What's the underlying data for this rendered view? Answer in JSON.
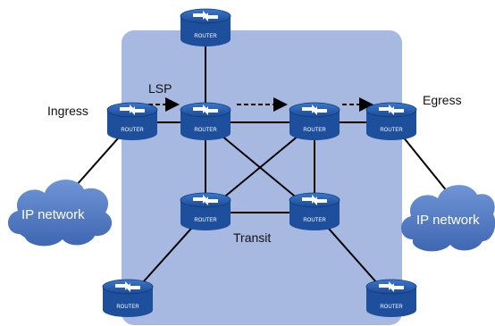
{
  "labels": {
    "ingress": "Ingress",
    "egress": "Egress",
    "lsp": "LSP",
    "transit": "Transit"
  },
  "clouds": {
    "left": "IP network",
    "right": "IP network"
  },
  "router_badge": "ROUTER",
  "colors": {
    "mpls_region": "#a7b9e1",
    "router_body": "#1d4f9c",
    "router_top": "#2f6bc0",
    "cloud": "#4f7ac7",
    "link": "#000000",
    "lsp_arrow": "#000000"
  }
}
